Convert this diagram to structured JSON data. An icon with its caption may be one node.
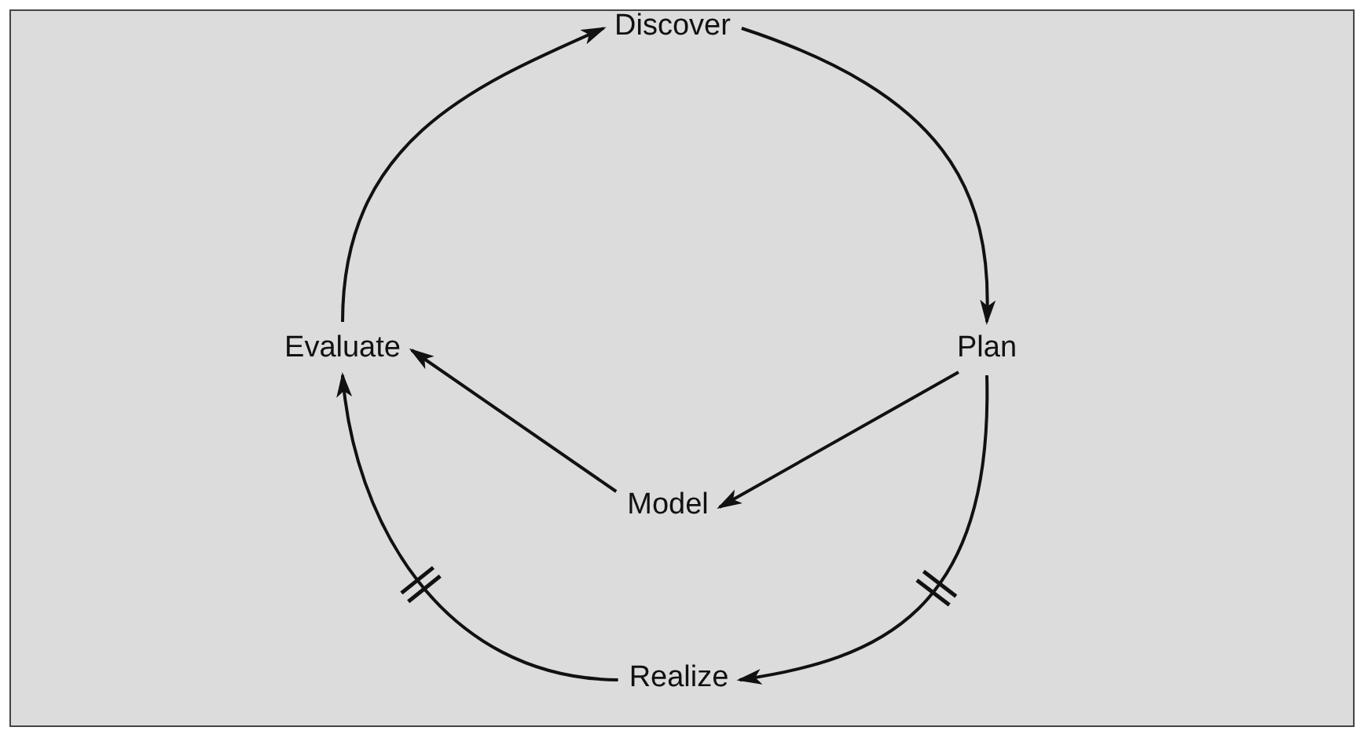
{
  "diagram": {
    "nodes": [
      {
        "text": [
          "Discover"
        ]
      },
      {
        "text": [
          "Evaluate"
        ]
      },
      {
        "text": [
          "Plan"
        ]
      },
      {
        "text": [
          "Model"
        ]
      },
      {
        "text": [
          "Realize"
        ]
      }
    ],
    "edges": [
      {
        "from": 0,
        "to": 2,
        "arrow": "to"
      },
      {
        "from": 2,
        "to": 3,
        "arrow": "to"
      },
      {
        "from": 3,
        "to": 1,
        "arrow": "to"
      },
      {
        "from": 2,
        "to": 4,
        "arrow": "to"
      },
      {
        "from": 4,
        "to": 1,
        "arrow": "to"
      },
      {
        "from": 1,
        "to": 0,
        "arrow": "to"
      }
    ]
  }
}
